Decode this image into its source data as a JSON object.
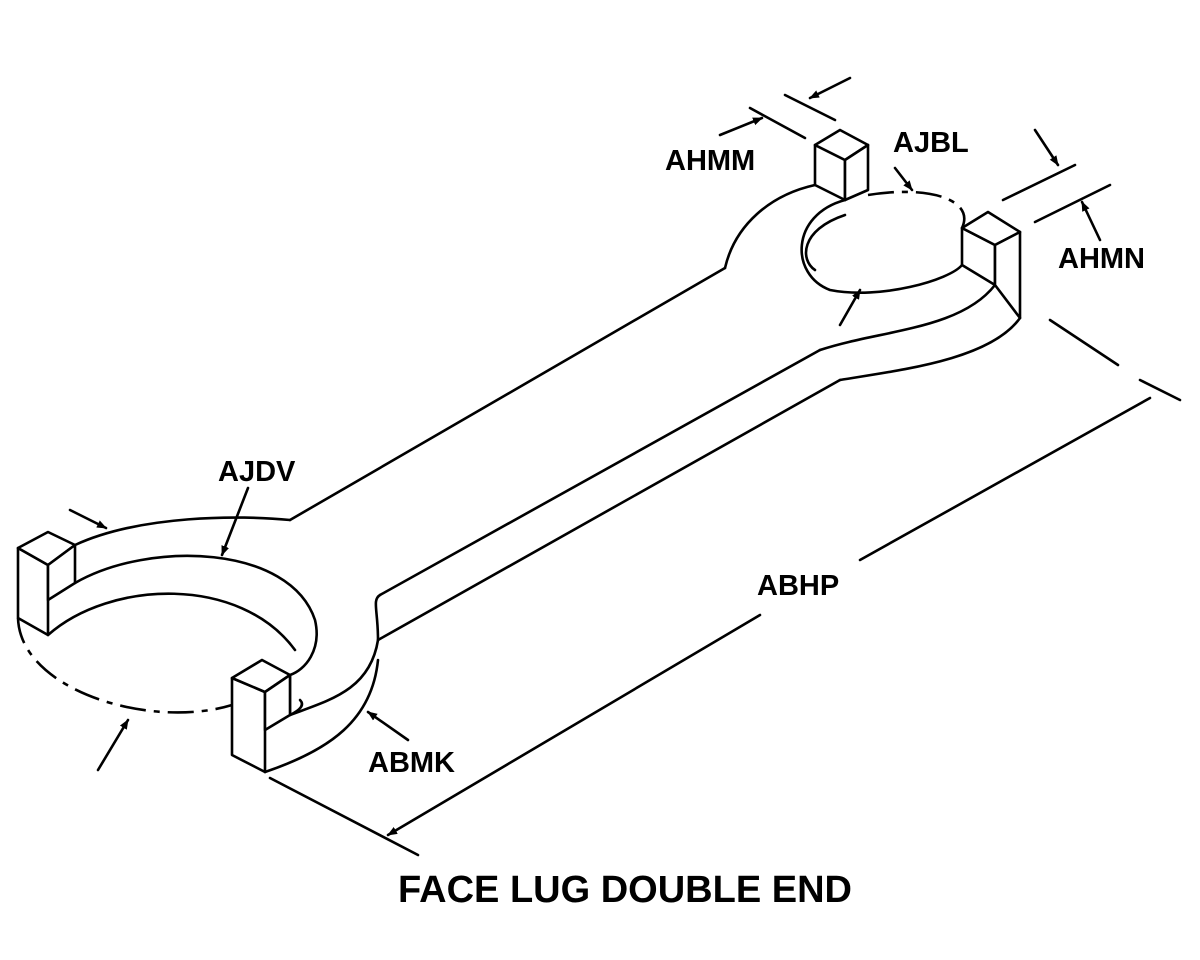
{
  "title": "FACE LUG DOUBLE END",
  "labels": {
    "ahmm": "AHMM",
    "ajbl": "AJBL",
    "ahmn": "AHMN",
    "ajdv": "AJDV",
    "abhp": "ABHP",
    "abmk": "ABMK"
  }
}
